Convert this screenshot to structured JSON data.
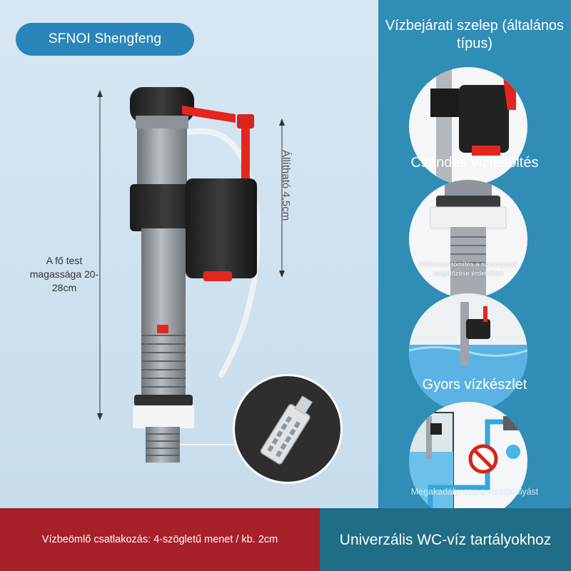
{
  "brand": {
    "label": "SFNOI Shengfeng"
  },
  "dimensions": {
    "main_body": "A fő test magassága 20-28cm",
    "adjustable": "Állítható 4,5cm"
  },
  "features": [
    {
      "title": "Vízbejárati szelep (általános típus)"
    },
    {
      "title": "Csendes vízfeltöltés",
      "caption": "Kétszeres tömítés a szivárgások megelőzése érdekében"
    },
    {
      "title": "Gyors vízkészlet",
      "caption": "Megakadályozza a visszafolyást"
    }
  ],
  "footer": {
    "inlet": "Vízbeömlő csatlakozás: 4-szögletű menet / kb. 2cm",
    "universal": "Univerzális WC-víz tartályokhoz"
  },
  "colors": {
    "brand_blue": "#2a86b8",
    "panel_blue": "#2f8db6",
    "footer_red": "#a8202a",
    "footer_teal": "#1f6d86",
    "valve_red": "#e52620"
  }
}
